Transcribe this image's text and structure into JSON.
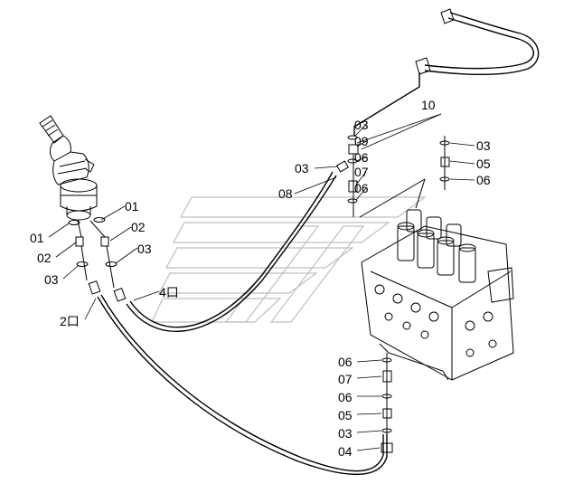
{
  "diagram": {
    "callouts": {
      "c10": "10",
      "c03_top": "03",
      "c09": "09",
      "c06_a": "06",
      "c07_a": "07",
      "c06_b": "06",
      "c03_left": "03",
      "c08": "08",
      "c03_right": "03",
      "c05_right": "05",
      "c06_right": "06",
      "c01_right": "01",
      "c02_right": "02",
      "c03_mid": "03",
      "c01_left": "01",
      "c02_left": "02",
      "c03_left2": "03",
      "c4port": "4口",
      "c2port": "2口",
      "c06_bot1": "06",
      "c07_bot": "07",
      "c06_bot2": "06",
      "c05_bot": "05",
      "c03_bot": "03",
      "c04_bot": "04"
    }
  }
}
